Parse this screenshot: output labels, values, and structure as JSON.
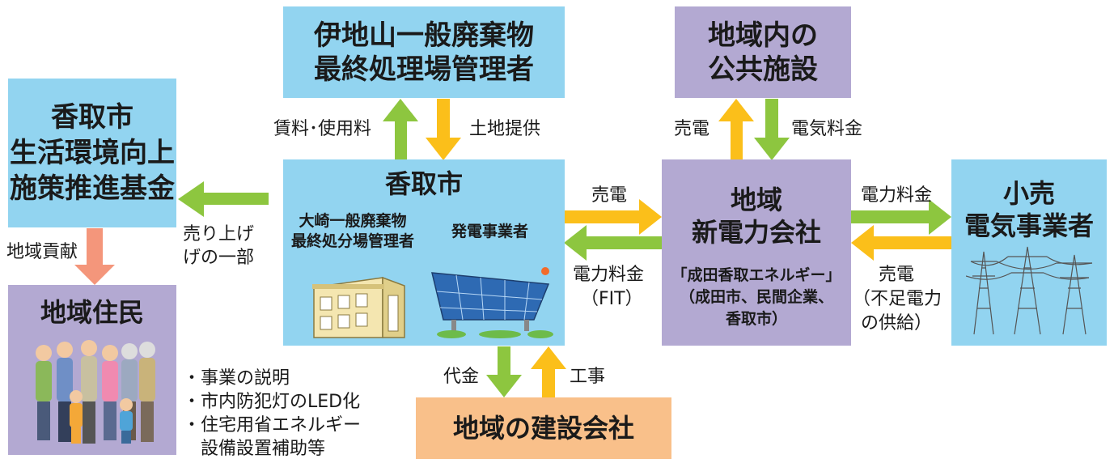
{
  "colors": {
    "blue_box": "#92d4f0",
    "purple_box": "#b3a9d2",
    "orange_box": "#f9c08a",
    "green_arrow": "#8dc63f",
    "yellow_arrow": "#fbbf1a",
    "salmon_arrow": "#f4967b"
  },
  "boxes": {
    "ijisan": {
      "line1": "伊地山一般廃棄物",
      "line2": "最終処理場管理者"
    },
    "fund": {
      "line1": "香取市",
      "line2": "生活環境向上",
      "line3": "施策推進基金"
    },
    "katori": {
      "title": "香取市",
      "sub_left_1": "大崎一般廃棄物",
      "sub_left_2": "最終処分場管理者",
      "sub_right": "発電事業者"
    },
    "public": {
      "line1": "地域内の",
      "line2": "公共施設"
    },
    "power_co": {
      "line1": "地域",
      "line2": "新電力会社",
      "detail1": "「成田香取エネルギー」",
      "detail2": "（成田市、民間企業、",
      "detail3": "香取市）"
    },
    "retail": {
      "line1": "小売",
      "line2": "電気事業者"
    },
    "residents": {
      "title": "地域住民"
    },
    "construction": {
      "title": "地域の建設会社"
    }
  },
  "labels": {
    "rent": "賃料･使用料",
    "land": "土地提供",
    "sell_power_up": "売電",
    "electric_fee": "電気料金",
    "sales_part_1": "売り上げ",
    "sales_part_2": "げの一部",
    "contribution": "地域貢献",
    "sell_power_mid": "売電",
    "fit_fee_1": "電力料金",
    "fit_fee_2": "（FIT）",
    "power_fee_right": "電力料金",
    "sell_right_1": "売電",
    "sell_right_2": "（不足電力",
    "sell_right_3": "の供給）",
    "payment": "代金",
    "construction_work": "工事"
  },
  "bullets": [
    "・事業の説明",
    "・市内防犯灯のLED化",
    "・住宅用省エネルギー",
    "　設備設置補助等"
  ]
}
